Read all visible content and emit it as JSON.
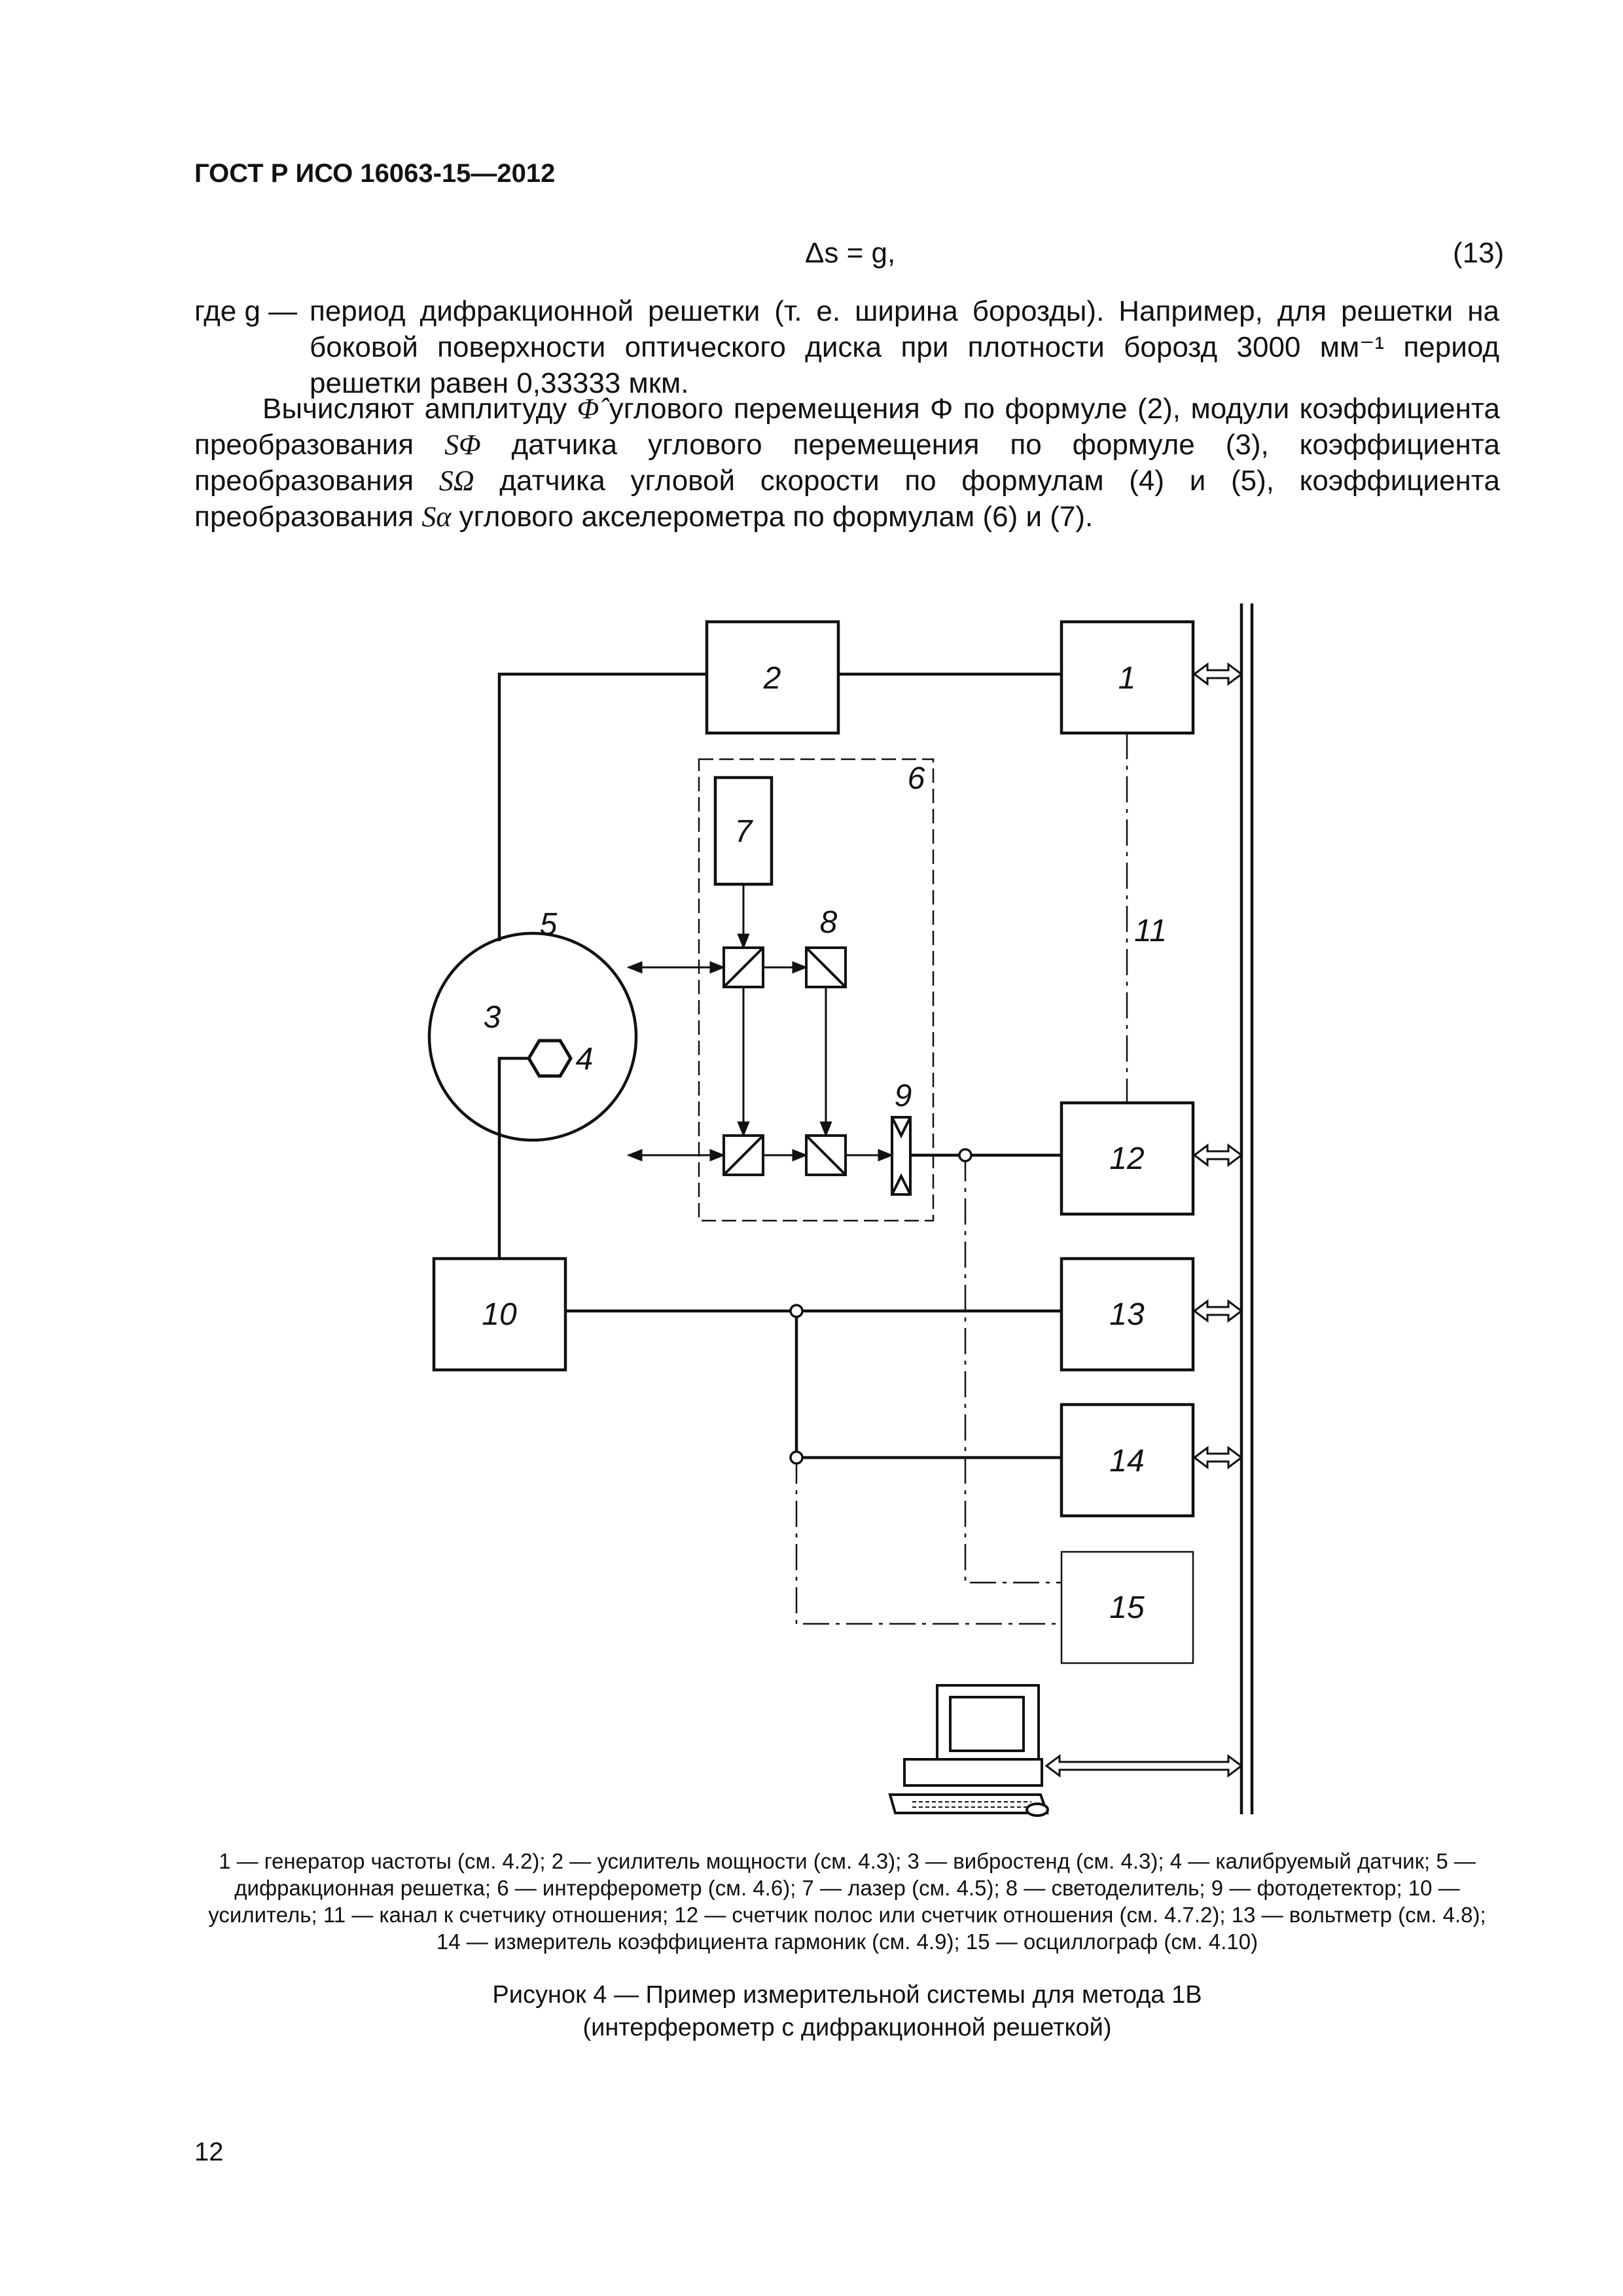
{
  "header": "ГОСТ Р ИСО 16063-15—2012",
  "formula": {
    "expr": "Δs = g,",
    "number": "(13)"
  },
  "where": {
    "label": "где g —",
    "text": "период дифракционной решетки (т. е. ширина борозды). Например, для решетки на боковой поверхности оптического диска при плотности борозд 3000 мм⁻¹ период решетки равен 0,33333 мкм."
  },
  "paragraph": {
    "p1": "Вычисляют амплитуду ",
    "phi_hat": "Φ̂",
    "p2": " углового перемещения Φ по формуле (2), модули коэффициента преобразования ",
    "s_phi": "SΦ",
    "p3": " датчика углового перемещения по формуле (3), коэффициента преобразования ",
    "s_omega": "SΩ",
    "p4": " датчика угловой скорости по формулам (4) и (5), коэффициента преобразования ",
    "s_alpha": "Sα",
    "p5": " углового акселерометра по формулам (6) и (7)."
  },
  "diagram": {
    "labels": {
      "b1": "1",
      "b2": "2",
      "l3": "3",
      "l4": "4",
      "l5": "5",
      "l6": "6",
      "b7": "7",
      "l8": "8",
      "l9": "9",
      "b10": "10",
      "l11": "11",
      "b12": "12",
      "b13": "13",
      "b14": "14",
      "b15": "15"
    }
  },
  "caption": "1 — генератор частоты (см. 4.2); 2 — усилитель мощности (см. 4.3); 3 — вибростенд (см. 4.3); 4 — калибруемый датчик; 5 — дифракционная решетка; 6 — интерферометр (см. 4.6); 7 — лазер (см. 4.5); 8 — светоделитель; 9 — фотодетектор; 10 — усилитель; 11 — канал к счетчику отношения; 12 — счетчик полос или счетчик отношения (см. 4.7.2); 13 — вольтметр (см. 4.8); 14 — измеритель коэффициента гармоник (см. 4.9); 15 — осциллограф (см. 4.10)",
  "figure_title": {
    "line1": "Рисунок 4 — Пример измерительной системы для метода 1В",
    "line2": "(интерферометр с дифракционной решеткой)"
  },
  "page_number": "12"
}
